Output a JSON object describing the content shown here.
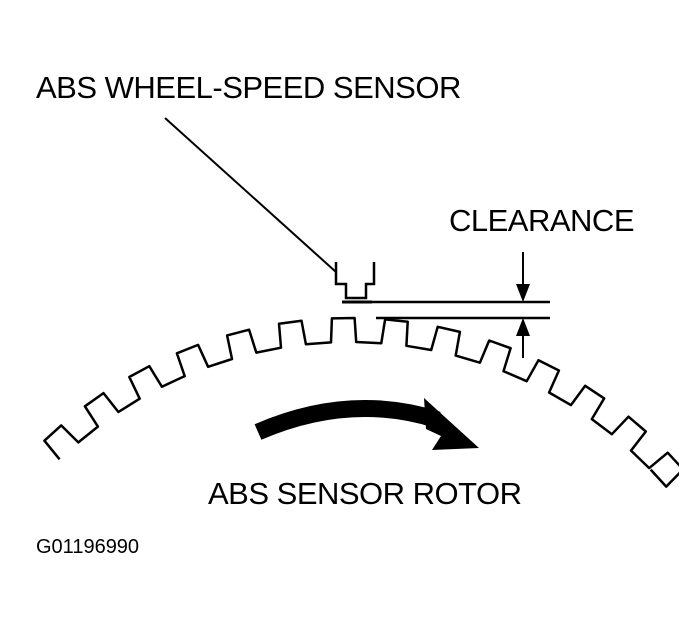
{
  "labels": {
    "sensor": "ABS WHEEL-SPEED SENSOR",
    "clearance": "CLEARANCE",
    "rotor": "ABS SENSOR ROTOR",
    "figure_id": "G01196990"
  },
  "colors": {
    "ink": "#000000",
    "background": "#ffffff"
  }
}
